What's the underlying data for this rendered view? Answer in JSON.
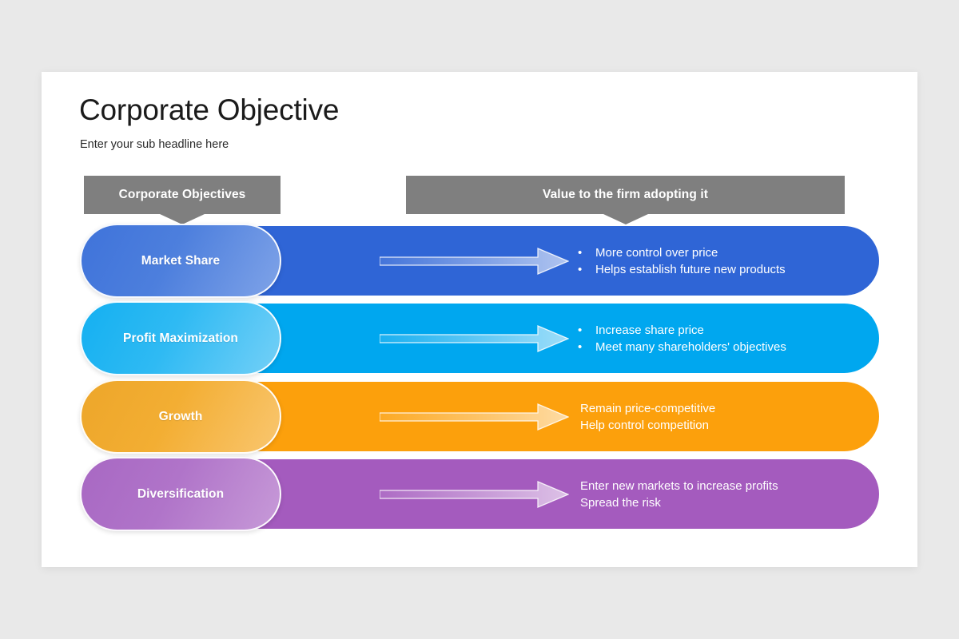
{
  "slide": {
    "title": "Corporate Objective",
    "subtitle": "Enter your sub headline here",
    "background_color": "#e9e9e9",
    "card_color": "#ffffff"
  },
  "headers": {
    "left": "Corporate Objectives",
    "right": "Value to the firm adopting it",
    "color": "#7f7f7f"
  },
  "rows": [
    {
      "objective": "Market Share",
      "color": "#2f65d6",
      "bulleted": true,
      "values": [
        "More control over price",
        "Helps establish future new products"
      ],
      "arrow_icon": "right-arrow-icon",
      "bullet_glyph": "•"
    },
    {
      "objective": "Profit Maximization",
      "color": "#00a7ef",
      "bulleted": true,
      "values": [
        "Increase share price",
        "Meet many shareholders' objectives"
      ],
      "arrow_icon": "right-arrow-icon",
      "bullet_glyph": "•"
    },
    {
      "objective": "Growth",
      "color": "#fca00c",
      "bulleted": false,
      "values": [
        "Remain price-competitive",
        "Help control competition"
      ],
      "arrow_icon": "right-arrow-icon",
      "bullet_glyph": ""
    },
    {
      "objective": "Diversification",
      "color": "#a45bbe",
      "bulleted": false,
      "values": [
        "Enter new markets to increase profits",
        "Spread the risk"
      ],
      "arrow_icon": "right-arrow-icon",
      "bullet_glyph": ""
    }
  ]
}
